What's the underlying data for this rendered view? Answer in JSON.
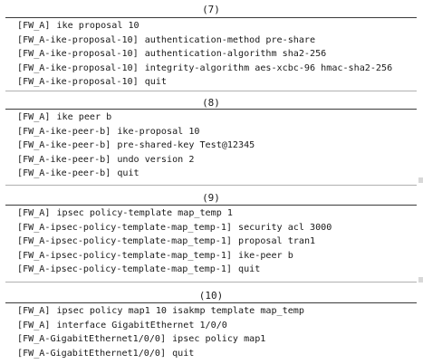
{
  "sections": [
    {
      "title": "(7)",
      "lines": [
        {
          "prompt": "[FW_A]",
          "cmd": "ike proposal 10"
        },
        {
          "prompt": "[FW_A-ike-proposal-10]",
          "cmd": "authentication-method pre-share"
        },
        {
          "prompt": "[FW_A-ike-proposal-10]",
          "cmd": "authentication-algorithm sha2-256"
        },
        {
          "prompt": "[FW_A-ike-proposal-10]",
          "cmd": "integrity-algorithm aes-xcbc-96 hmac-sha2-256"
        },
        {
          "prompt": "[FW_A-ike-proposal-10]",
          "cmd": "quit"
        }
      ]
    },
    {
      "title": "(8)",
      "lines": [
        {
          "prompt": "[FW_A]",
          "cmd": "ike peer b"
        },
        {
          "prompt": "[FW_A-ike-peer-b]",
          "cmd": "ike-proposal 10"
        },
        {
          "prompt": "[FW_A-ike-peer-b]",
          "cmd": "pre-shared-key Test@12345"
        },
        {
          "prompt": "[FW_A-ike-peer-b]",
          "cmd": "undo version 2"
        },
        {
          "prompt": "[FW_A-ike-peer-b]",
          "cmd": "quit"
        }
      ]
    },
    {
      "title": "(9)",
      "lines": [
        {
          "prompt": "[FW_A]",
          "cmd": "ipsec policy-template map_temp 1"
        },
        {
          "prompt": "[FW_A-ipsec-policy-template-map_temp-1]",
          "cmd": "security acl 3000"
        },
        {
          "prompt": "[FW_A-ipsec-policy-template-map_temp-1]",
          "cmd": "proposal tran1"
        },
        {
          "prompt": "[FW_A-ipsec-policy-template-map_temp-1]",
          "cmd": "ike-peer b"
        },
        {
          "prompt": "[FW_A-ipsec-policy-template-map_temp-1]",
          "cmd": "quit"
        }
      ]
    },
    {
      "title": "(10)",
      "lines": [
        {
          "prompt": "[FW_A]",
          "cmd": "ipsec policy map1 10 isakmp template map_temp"
        },
        {
          "prompt": "[FW_A]",
          "cmd": "interface GigabitEthernet 1/0/0"
        },
        {
          "prompt": "[FW_A-GigabitEthernet1/0/0]",
          "cmd": "ipsec policy map1"
        },
        {
          "prompt": "[FW_A-GigabitEthernet1/0/0]",
          "cmd": "quit"
        }
      ]
    }
  ]
}
